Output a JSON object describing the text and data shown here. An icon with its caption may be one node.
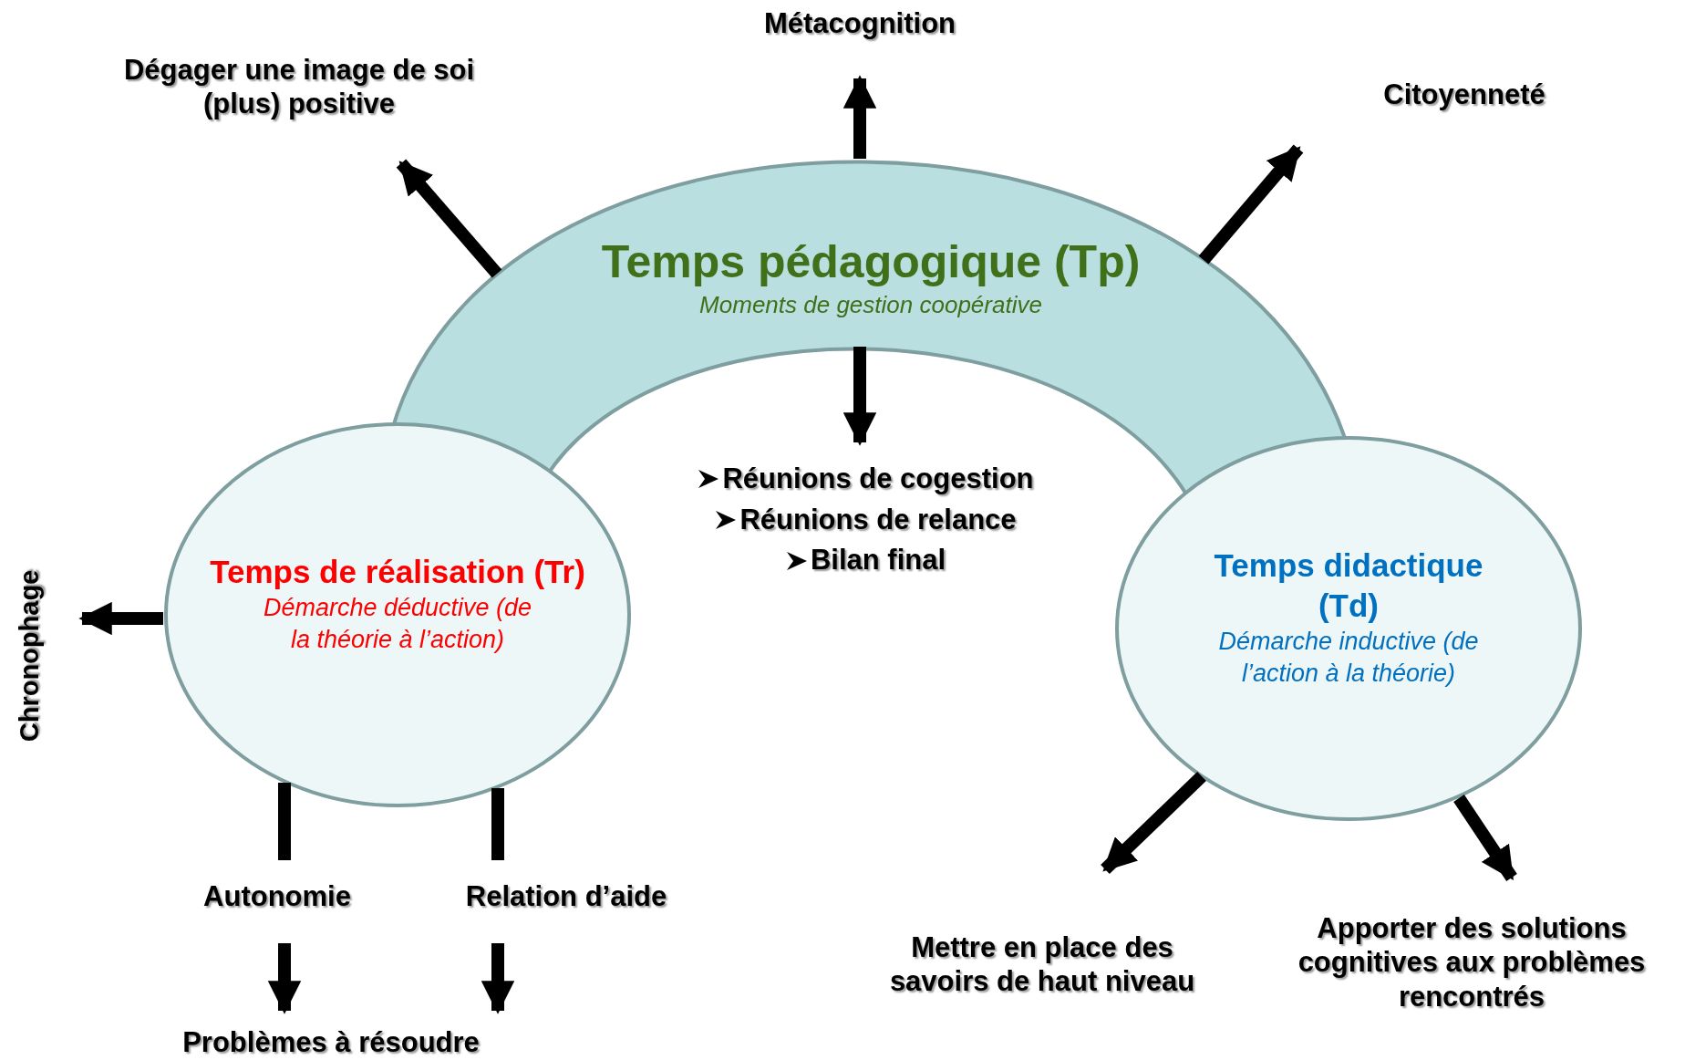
{
  "diagram": {
    "nodes": [
      {
        "text": [
          "Temps pédagogique (Tp)",
          "Moments de gestion coopérative"
        ]
      },
      {
        "text": [
          "Temps de réalisation (Tr)",
          "Démarche déductive (de la théorie à l’action)"
        ]
      },
      {
        "text": [
          "Temps didactique (Td)",
          "Démarche inductive (de l’action à la théorie)"
        ]
      },
      {
        "text": [
          "Dégager une image de soi (plus) positive"
        ]
      },
      {
        "text": [
          "Métacognition"
        ]
      },
      {
        "text": [
          "Citoyenneté"
        ]
      },
      {
        "text": [
          "Réunions de cogestion",
          "Réunions de relance",
          "Bilan final"
        ]
      },
      {
        "text": [
          "Chronophage"
        ]
      },
      {
        "text": [
          "Autonomie"
        ]
      },
      {
        "text": [
          "Relation d’aide"
        ]
      },
      {
        "text": [
          "Problèmes à résoudre"
        ]
      },
      {
        "text": [
          "Mettre en place des savoirs de haut niveau"
        ]
      },
      {
        "text": [
          "Apporter des solutions cognitives aux problèmes rencontrés"
        ]
      }
    ],
    "edges": [
      {
        "from": 0,
        "to": 3,
        "arrow": "to"
      },
      {
        "from": 0,
        "to": 4,
        "arrow": "to"
      },
      {
        "from": 0,
        "to": 5,
        "arrow": "to"
      },
      {
        "from": 0,
        "to": 6,
        "arrow": "to"
      },
      {
        "from": 1,
        "to": 7,
        "arrow": "to"
      },
      {
        "from": 1,
        "to": 8,
        "arrow": "none"
      },
      {
        "from": 1,
        "to": 9,
        "arrow": "none"
      },
      {
        "from": 8,
        "to": 10,
        "arrow": "to"
      },
      {
        "from": 9,
        "to": 10,
        "arrow": "to"
      },
      {
        "from": 2,
        "to": 11,
        "arrow": "to"
      },
      {
        "from": 2,
        "to": 12,
        "arrow": "to"
      }
    ]
  }
}
